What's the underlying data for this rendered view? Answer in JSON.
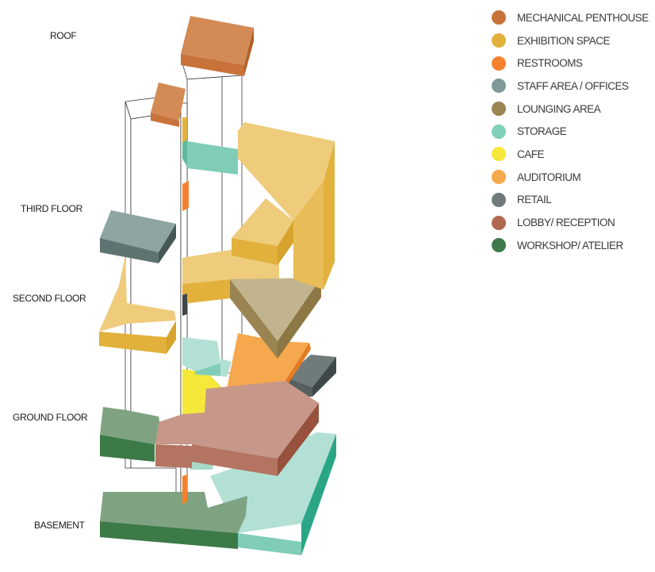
{
  "floors": [
    {
      "key": "roof",
      "label": "ROOF"
    },
    {
      "key": "third",
      "label": "THIRD FLOOR"
    },
    {
      "key": "second",
      "label": "SECOND FLOOR"
    },
    {
      "key": "ground",
      "label": "GROUND FLOOR"
    },
    {
      "key": "basement",
      "label": "BASEMENT"
    }
  ],
  "legend": [
    {
      "key": "mechanical",
      "label": "MECHANICAL PENTHOUSE",
      "color": "#c8723a"
    },
    {
      "key": "exhibition",
      "label": "EXHIBITION SPACE",
      "color": "#e2b13c"
    },
    {
      "key": "restrooms",
      "label": "RESTROOMS",
      "color": "#f5812e"
    },
    {
      "key": "staff",
      "label": "STAFF AREA / OFFICES",
      "color": "#7f9a98"
    },
    {
      "key": "lounging",
      "label": "LOUNGING AREA",
      "color": "#9a8451"
    },
    {
      "key": "storage",
      "label": "STORAGE",
      "color": "#7fd0b8"
    },
    {
      "key": "cafe",
      "label": "CAFE",
      "color": "#f5e83a"
    },
    {
      "key": "auditorium",
      "label": "AUDITORIUM",
      "color": "#f6a84e"
    },
    {
      "key": "retail",
      "label": "RETAIL",
      "color": "#6f7b7b"
    },
    {
      "key": "lobby",
      "label": "LOBBY/ RECEPTION",
      "color": "#b0694f"
    },
    {
      "key": "workshop",
      "label": "WORKSHOP/ ATELIER",
      "color": "#3f7a4c"
    }
  ]
}
